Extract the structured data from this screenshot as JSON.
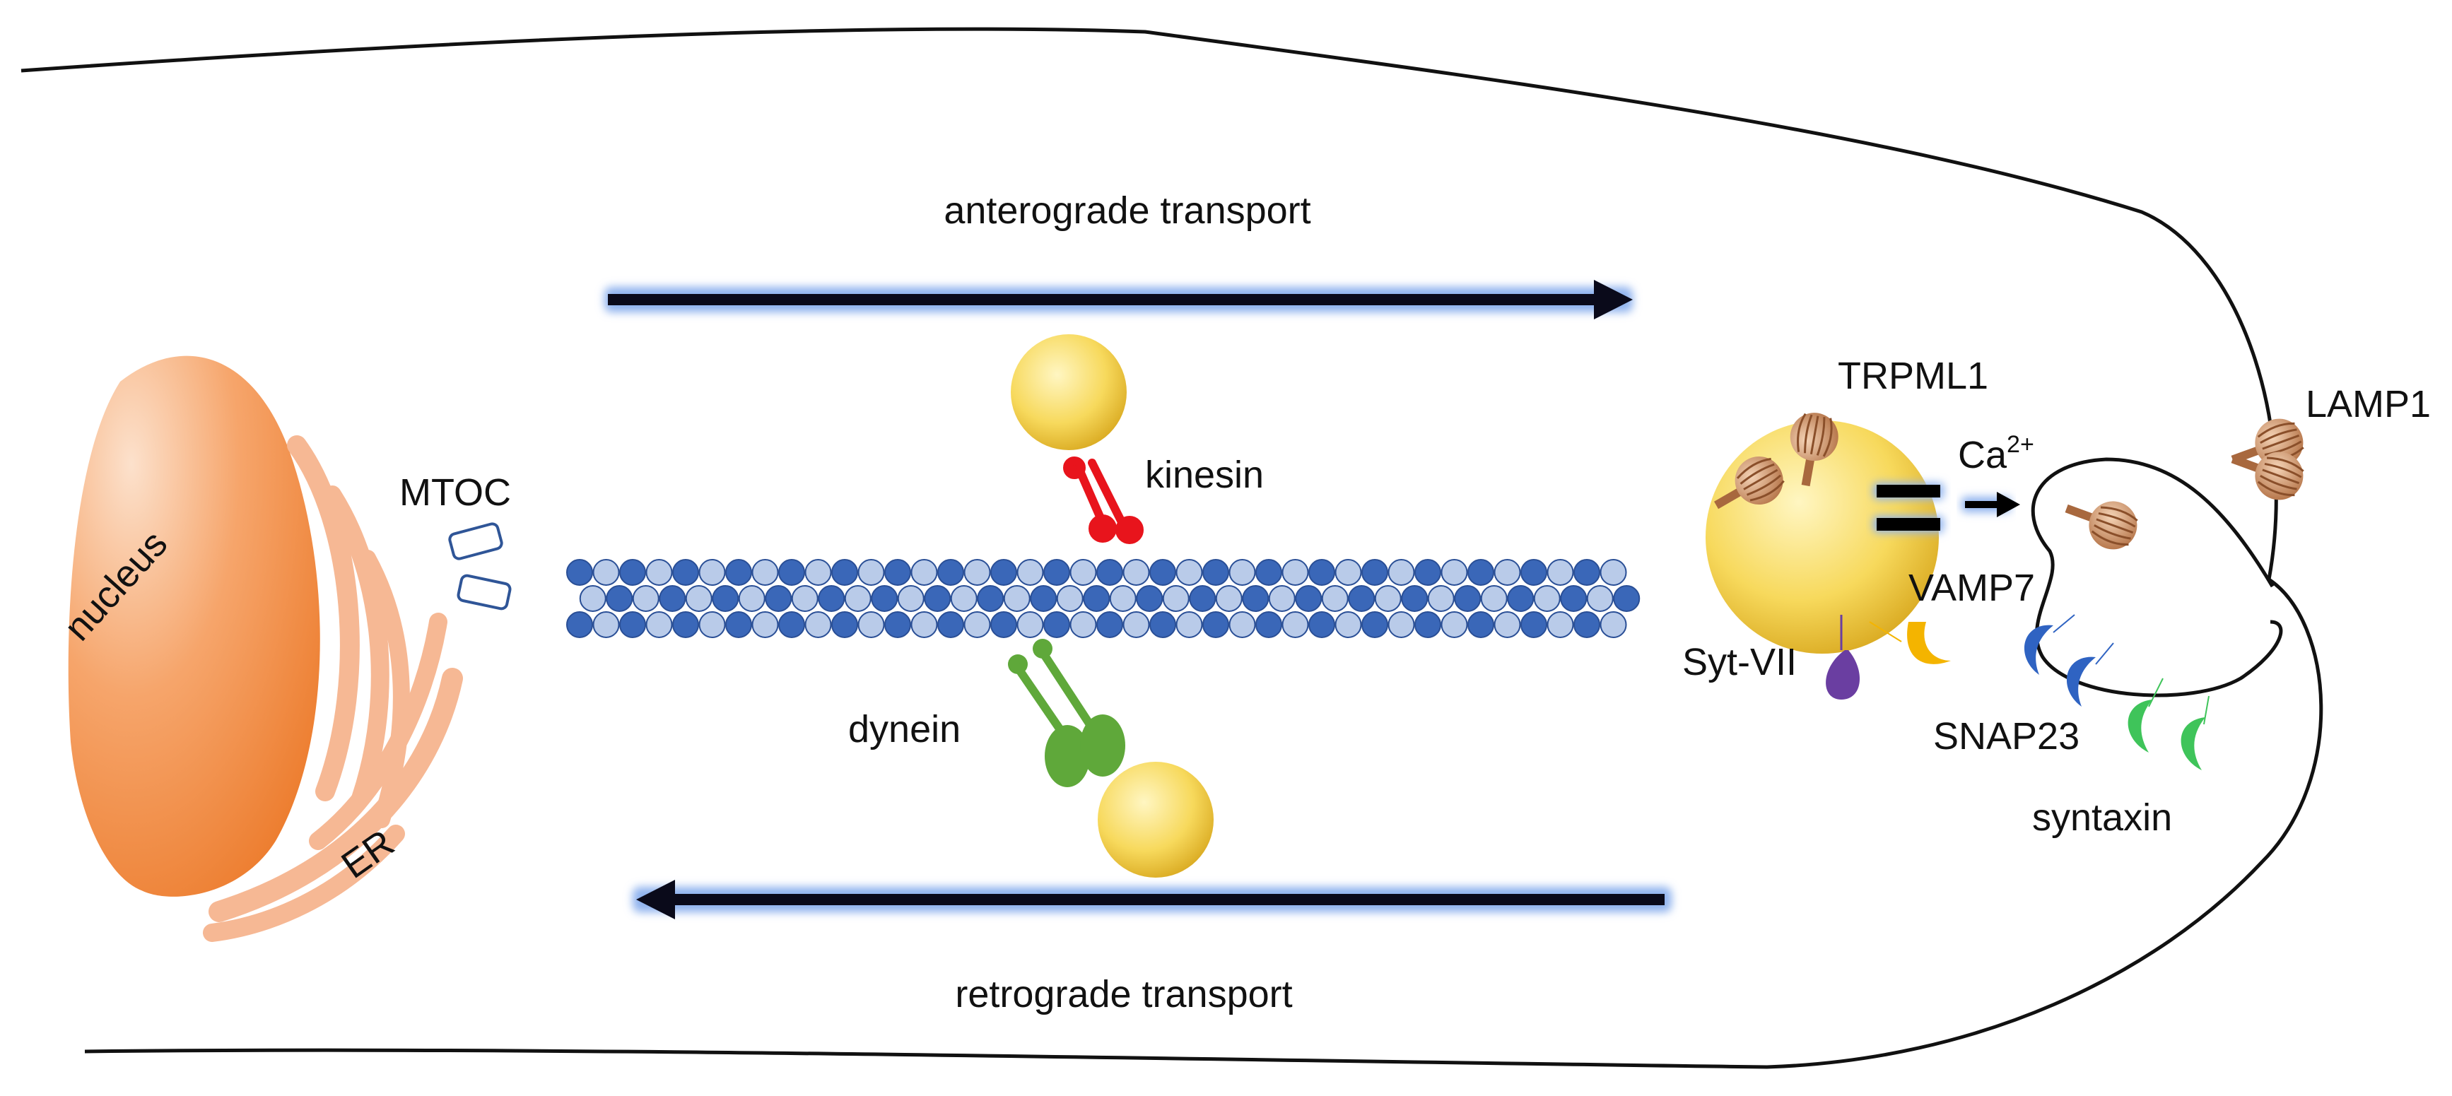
{
  "labels": {
    "anterograde": "anterograde transport",
    "retrograde": "retrograde transport",
    "nucleus": "nucleus",
    "er": "ER",
    "mtoc": "MTOC",
    "kinesin": "kinesin",
    "dynein": "dynein",
    "trpml1": "TRPML1",
    "lamp1": "LAMP1",
    "ca": "Ca",
    "ca_charge": "2+",
    "vamp7": "VAMP7",
    "sytvii": "Syt-VII",
    "snap23": "SNAP23",
    "syntaxin": "syntaxin"
  },
  "colors": {
    "nucleus": "#f08a3c",
    "er": "#f6b894",
    "vesicle": "#f5d45a",
    "kinesin": "#e8141c",
    "dynein": "#5fa83a",
    "tubulin_dark": "#3a67b8",
    "tubulin_light": "#b9cbe9",
    "arrow_glow": "#8fb2ee",
    "vamp7": "#f4b400",
    "sytvii": "#6a3ea1",
    "snap23": "#2f63c2",
    "syntaxin": "#3fc45a",
    "lamp1": "#c98d63"
  },
  "icons": [
    "microtubule",
    "vesicle",
    "kinesin-motor",
    "dynein-motor",
    "lamp1-protein",
    "trpml1-channel",
    "mtoc-centriole"
  ]
}
